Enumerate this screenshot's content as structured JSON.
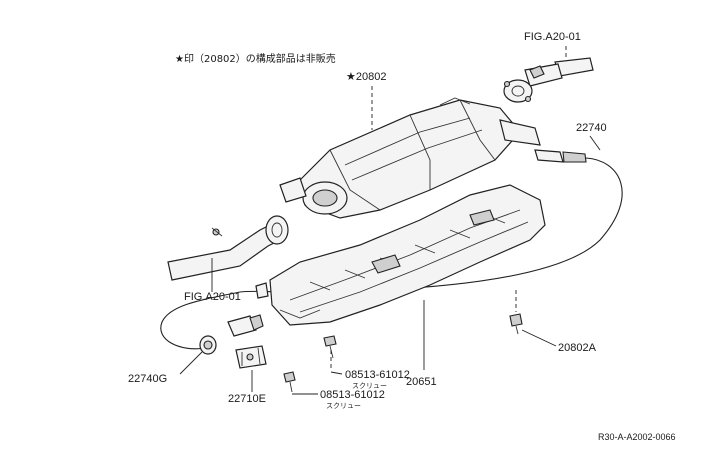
{
  "note": "★印（20802）の構成部品は非販売",
  "labels": {
    "fig_top": "FIG.A20-01",
    "fig_left": "FIG.A20-01",
    "star_20802": "★20802",
    "p22740": "22740",
    "p20651": "20651",
    "p20802A": "20802A",
    "p22740G": "22740G",
    "p22710E": "22710E",
    "screw1": "08513-61012",
    "screw1_sub": "スクリュー",
    "screw2": "08513-61012",
    "screw2_sub": "スクリュー"
  },
  "diagram_code": "R30-A-A2002-0066"
}
